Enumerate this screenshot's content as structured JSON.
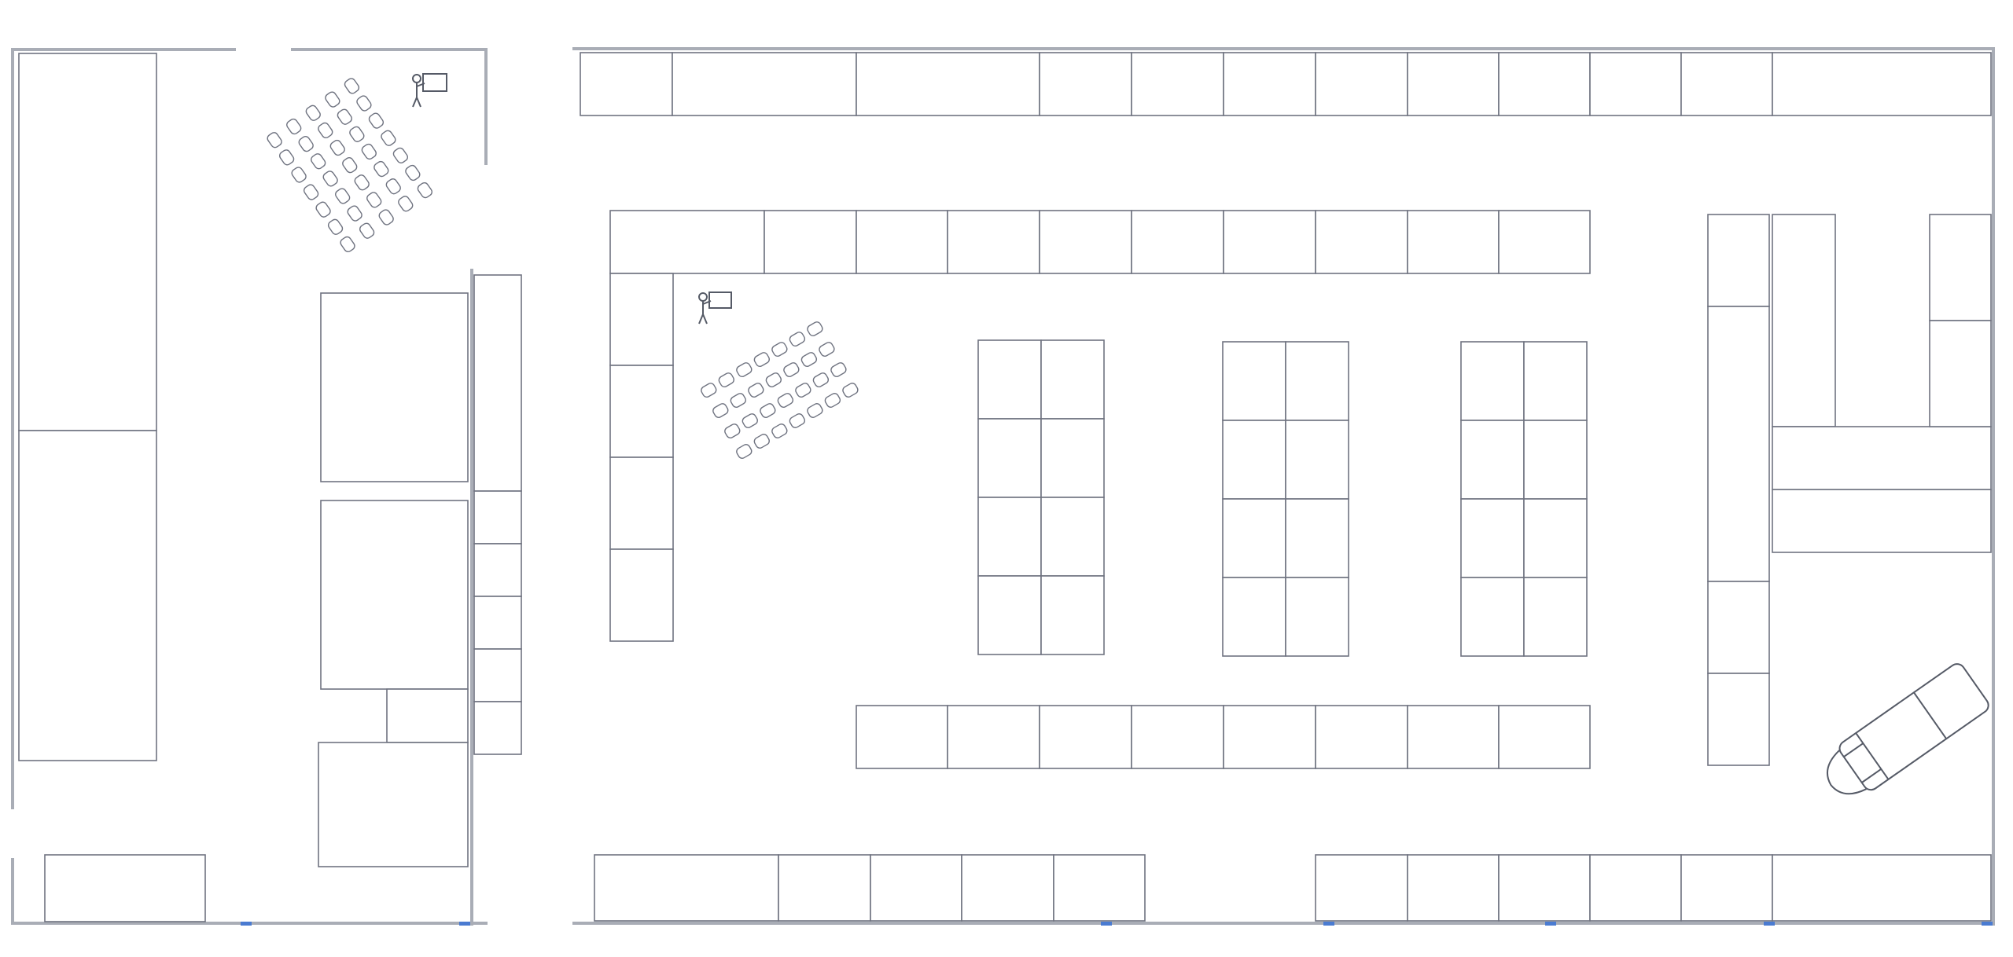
{
  "floor_plan": {
    "title": "",
    "colors": {
      "wall": "#a9adb6",
      "booth_outline": "#6f7380",
      "background": "#ffffff",
      "marker": "#4a7bd1"
    },
    "icons": [
      "presenter-icon",
      "chair-icon",
      "van-icon"
    ],
    "seating_areas": [
      {
        "name": "seating-area-top-left",
        "rows": 5,
        "chairs_per_row": 7
      },
      {
        "name": "seating-area-center-left",
        "rows": 4,
        "chairs_per_row": 7
      }
    ]
  }
}
